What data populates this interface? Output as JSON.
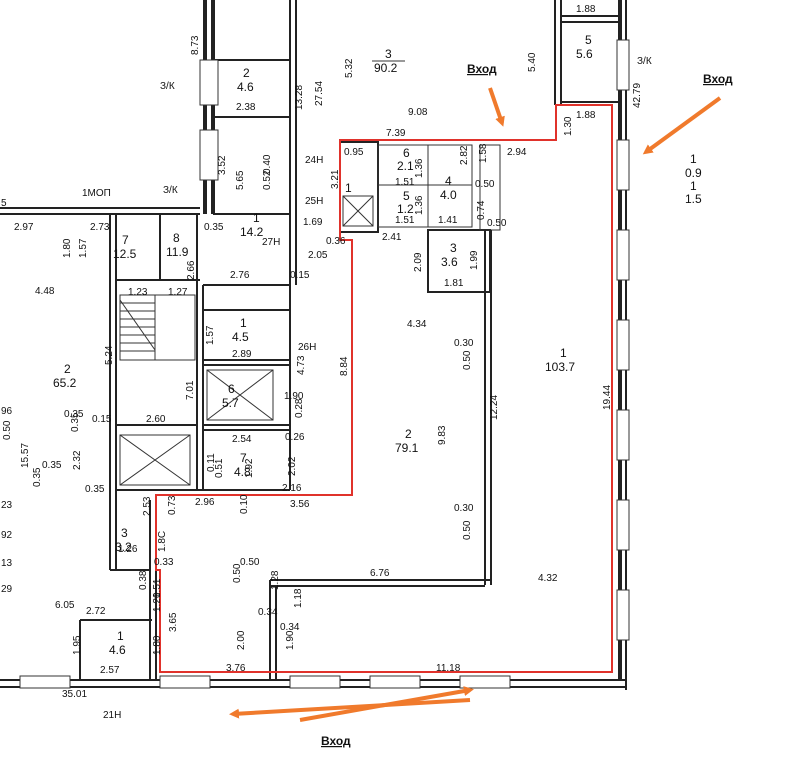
{
  "colors": {
    "highlight": "#e0322b",
    "arrow": "#f07a2c",
    "wall": "#222222"
  },
  "entrances": {
    "top": "Вход",
    "right": "Вход",
    "bottom": "Вход"
  },
  "rooms": {
    "r90": {
      "num": "3",
      "area": "90.2"
    },
    "r5_6": {
      "num": "5",
      "area": "5.6"
    },
    "r4_6": {
      "num": "2",
      "area": "4.6"
    },
    "r14_2": {
      "num": "1",
      "area": "14.2"
    },
    "r12_5": {
      "num": "7",
      "area": "12.5"
    },
    "r11_9": {
      "num": "8",
      "area": "11.9"
    },
    "r4_5": {
      "num": "1",
      "area": "4.5"
    },
    "r5_7": {
      "num": "6",
      "area": "5.7"
    },
    "r4_8": {
      "num": "7",
      "area": "4.8"
    },
    "r65_2": {
      "num": "2",
      "area": "65.2"
    },
    "r3_2": {
      "num": "3",
      "area": "3.2"
    },
    "r4_6b": {
      "num": "1",
      "area": "4.6"
    },
    "r2_1": {
      "num": "6",
      "area": "2.1"
    },
    "r4_0": {
      "num": "4",
      "area": "4.0"
    },
    "r1_2": {
      "num": "5",
      "area": "1.2"
    },
    "r3_6": {
      "num": "3",
      "area": "3.6"
    },
    "r79_1": {
      "num": "2",
      "area": "79.1"
    },
    "r103_7": {
      "num": "1",
      "area": "103.7"
    },
    "r0_9": {
      "num": "1",
      "area": "0.9"
    },
    "r1_5": {
      "num": "1",
      "area": "1.5"
    },
    "r1": {
      "num": "1"
    }
  },
  "codes": {
    "zlk1": "З/К",
    "zlk2": "З/К",
    "zlk3": "З/К",
    "mop": "1МОП",
    "n24": "24Н",
    "n25": "25Н",
    "n27": "27Н",
    "n26": "26Н",
    "n21": "21Н"
  },
  "dims": {
    "d1_88a": "1.88",
    "d8_73": "8.73",
    "d5_32": "5.32",
    "d5_40": "5.40",
    "d42_79": "42.79",
    "d27_54": "27.54",
    "d13_28": "13.28",
    "d2_38": "2.38",
    "d9_08": "9.08",
    "d7_39": "7.39",
    "d1_30": "1.30",
    "d1_88b": "1.88",
    "d2_94": "2.94",
    "d1_58": "1.58",
    "d2_82": "2.82",
    "d3_52": "3.52",
    "d5_65": "5.65",
    "d0_40": "0.40",
    "d0_52": "0.52",
    "d0_95": "0.95",
    "d3_21": "3.21",
    "d1_36a": "1.36",
    "d1_51a": "1.51",
    "d0_50a": "0.50",
    "d1_51b": "1.51",
    "d1_36b": "1.36",
    "d1_41": "1.41",
    "d0_74": "0.74",
    "d0_50b": "0.50",
    "d1_69": "1.69",
    "d0_36": "0.36",
    "d2_41": "2.41",
    "d0_35a": "0.35",
    "d2_05": "2.05",
    "d2_09": "2.09",
    "d1_99": "1.99",
    "d1_81": "1.81",
    "d2_97": "2.97",
    "d2_73": "2.73",
    "d1_80a": "1.80",
    "d1_57a": "1.57",
    "d2_66": "2.66",
    "d2_76": "2.76",
    "d0_15a": "0.15",
    "d4_48": "4.48",
    "d1_23": "1.23",
    "d1_27": "1.27",
    "d5_24": "5.24",
    "d1_57b": "1.57",
    "d2_89": "2.89",
    "d4_73": "4.73",
    "d8_84": "8.84",
    "d4_34": "4.34",
    "d0_30a": "0.30",
    "d0_50c": "0.50",
    "d7_01": "7.01",
    "d1_90a": "1.90",
    "d0_28": "0.28",
    "d12_24": "12.24",
    "d9_83": "9.83",
    "d19_44": "19.44",
    "d0_35b": "0.35",
    "d0_35c": "0.35",
    "d0_15b": "0.15",
    "d2_60": "2.60",
    "d2_54": "2.54",
    "d0_26": "0.26",
    "d15_57": "15.57",
    "d0_50d": "0.50",
    "d2_32": "2.32",
    "d0_35d": "0.35",
    "d0_35e": "0.35",
    "d0_35f": "0.35",
    "d0_11": "0.11",
    "d0_51a": "0.51",
    "d1_92a": "1.92",
    "d2_02": "2.02",
    "d2_16": "2.16",
    "d2_53": "2.53",
    "d2_96": "2.96",
    "d0_73": "0.73",
    "d0_10": "0.10",
    "d3_56": "3.56",
    "d0_30b": "0.30",
    "d0_50e": "0.50",
    "d1_8c": "1.8C",
    "d0_33": "0.33",
    "d1_26": "1.26",
    "d0_50f": "0.50",
    "d0_50g": "0.50",
    "d6_76": "6.76",
    "d4_32": "4.32",
    "d0_38": "0.38",
    "d1_28": "1.28",
    "d0_51b": "0.51",
    "d6_05": "6.05",
    "d1_21": "1.21",
    "d0_34a": "0.34",
    "d1_18": "1.18",
    "d2_72": "2.72",
    "d3_65": "3.65",
    "d0_34b": "0.34",
    "d1_95": "1.95",
    "d1_80b": "1.80",
    "d2_00": "2.00",
    "d1_90b": "1.90",
    "d2_57": "2.57",
    "d3_76": "3.76",
    "d11_18": "11.18",
    "d35_01": "35.01",
    "e96": "96",
    "e23": "23",
    "e92": "92",
    "e13": "13",
    "e29": "29",
    "e5": "5"
  }
}
